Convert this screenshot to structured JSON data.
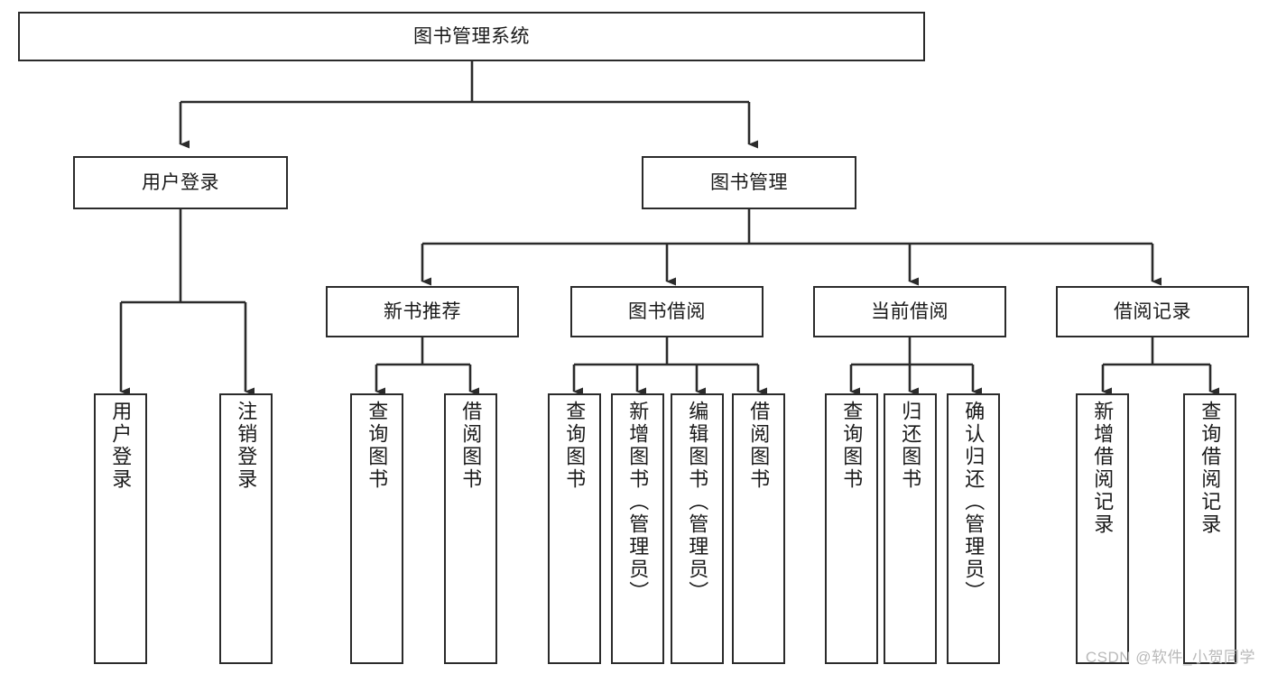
{
  "diagram": {
    "title": "图书管理系统",
    "type": "tree",
    "watermark": "CSDN @软件_小贺同学",
    "colors": {
      "stroke": "#2b2b2b",
      "fill": "#ffffff",
      "text": "#1a1a1a",
      "watermark": "#b9b9b9"
    },
    "levels": {
      "root": {
        "label": "图书管理系统"
      },
      "level2": [
        {
          "id": "user-login",
          "label": "用户登录"
        },
        {
          "id": "book-manage",
          "label": "图书管理"
        }
      ],
      "level3": [
        {
          "id": "new-book-recommend",
          "label": "新书推荐",
          "parent": "book-manage"
        },
        {
          "id": "book-borrow",
          "label": "图书借阅",
          "parent": "book-manage"
        },
        {
          "id": "current-borrow",
          "label": "当前借阅",
          "parent": "book-manage"
        },
        {
          "id": "borrow-record",
          "label": "借阅记录",
          "parent": "book-manage"
        }
      ],
      "leaves": [
        {
          "id": "leaf-user-login",
          "label": "用户登录",
          "parent": "user-login"
        },
        {
          "id": "leaf-user-logout",
          "label": "注销登录",
          "parent": "user-login"
        },
        {
          "id": "leaf-query-book-1",
          "label": "查询图书",
          "parent": "new-book-recommend"
        },
        {
          "id": "leaf-borrow-book-1",
          "label": "借阅图书",
          "parent": "new-book-recommend"
        },
        {
          "id": "leaf-query-book-2",
          "label": "查询图书",
          "parent": "book-borrow"
        },
        {
          "id": "leaf-add-book",
          "label": "新增图书（管理员）",
          "parent": "book-borrow"
        },
        {
          "id": "leaf-edit-book",
          "label": "编辑图书（管理员）",
          "parent": "book-borrow"
        },
        {
          "id": "leaf-borrow-book-2",
          "label": "借阅图书",
          "parent": "book-borrow"
        },
        {
          "id": "leaf-query-book-3",
          "label": "查询图书",
          "parent": "current-borrow"
        },
        {
          "id": "leaf-return-book",
          "label": "归还图书",
          "parent": "current-borrow"
        },
        {
          "id": "leaf-confirm-return",
          "label": "确认归还（管理员）",
          "parent": "current-borrow"
        },
        {
          "id": "leaf-add-record",
          "label": "新增借阅记录",
          "parent": "borrow-record"
        },
        {
          "id": "leaf-query-record",
          "label": "查询借阅记录",
          "parent": "borrow-record"
        }
      ]
    }
  }
}
